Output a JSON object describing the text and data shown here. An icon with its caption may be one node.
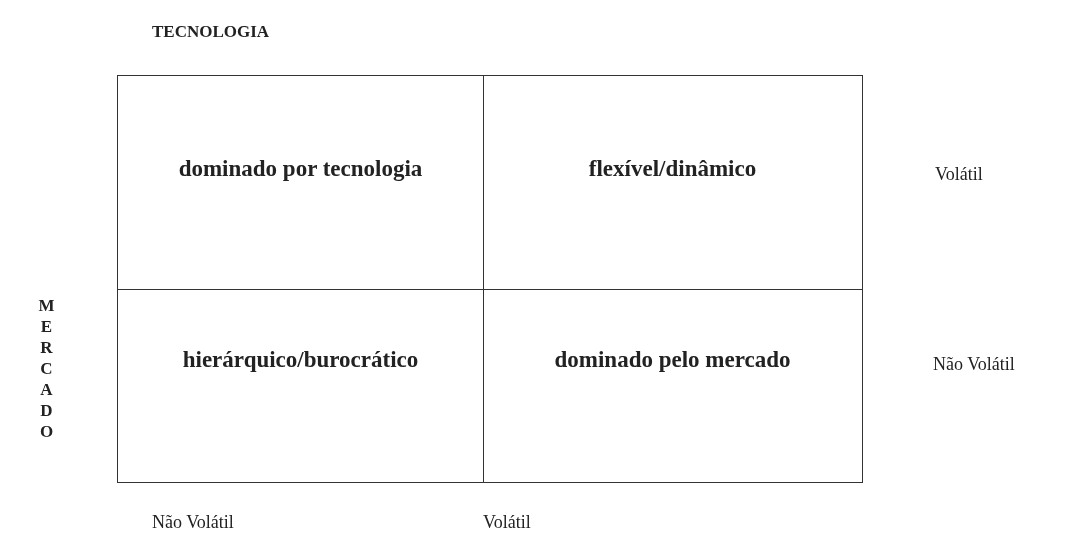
{
  "diagram": {
    "nodes": [
      {
        "text": [
          "dominado por tecnologia"
        ]
      },
      {
        "text": [
          "flexível/dinâmico"
        ]
      },
      {
        "text": [
          "hierárquico/burocrático"
        ]
      },
      {
        "text": [
          "dominado pelo mercado"
        ]
      }
    ],
    "labels": [
      "TECNOLOGIA",
      "Volátil",
      "MERCADO",
      "Não Volátil",
      "Não Volátil",
      "Volátil"
    ]
  }
}
